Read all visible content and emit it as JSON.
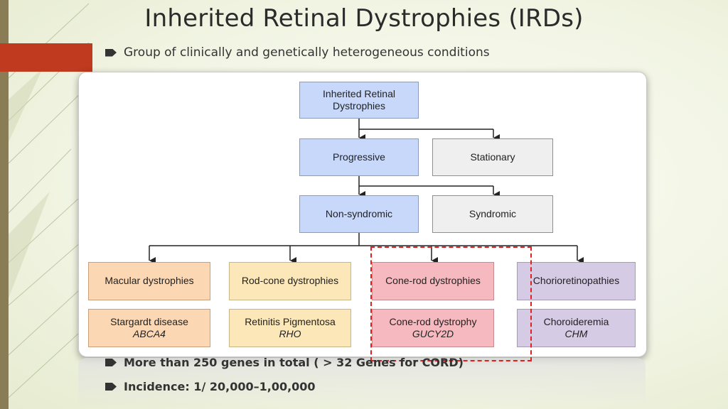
{
  "title": "Inherited Retinal Dystrophies (IRDs)",
  "bullets": {
    "intro": "Group of clinically and genetically heterogeneous conditions",
    "genes": "More than 250 genes in total ( > 32 Genes for CORD)",
    "incidence": "Incidence: 1/ 20,000–1,00,000"
  },
  "diagram": {
    "root": "Inherited Retinal Dystrophies",
    "progressive": "Progressive",
    "stationary": "Stationary",
    "non_syndromic": "Non-syndromic",
    "syndromic": "Syndromic",
    "categories": [
      {
        "label": "Macular dystrophies",
        "example": "Stargardt disease",
        "gene": "ABCA4"
      },
      {
        "label": "Rod-cone dystrophies",
        "example": "Retinitis Pigmentosa",
        "gene": "RHO"
      },
      {
        "label": "Cone-rod dystrophies",
        "example": "Cone-rod dystrophy",
        "gene": "GUCY2D"
      },
      {
        "label": "Chorioretinopathies",
        "example": "Choroideremia",
        "gene": "CHM"
      }
    ],
    "highlight_color": "#e02020"
  },
  "colors": {
    "accent_red": "#bf3a1e",
    "blue_box": "#c8d8fb",
    "gray_box": "#efefef",
    "orange_box": "#fbd7b3",
    "yellow_box": "#fbe7b8",
    "pink_box": "#f5b9bf",
    "purple_box": "#d6cbe4"
  }
}
